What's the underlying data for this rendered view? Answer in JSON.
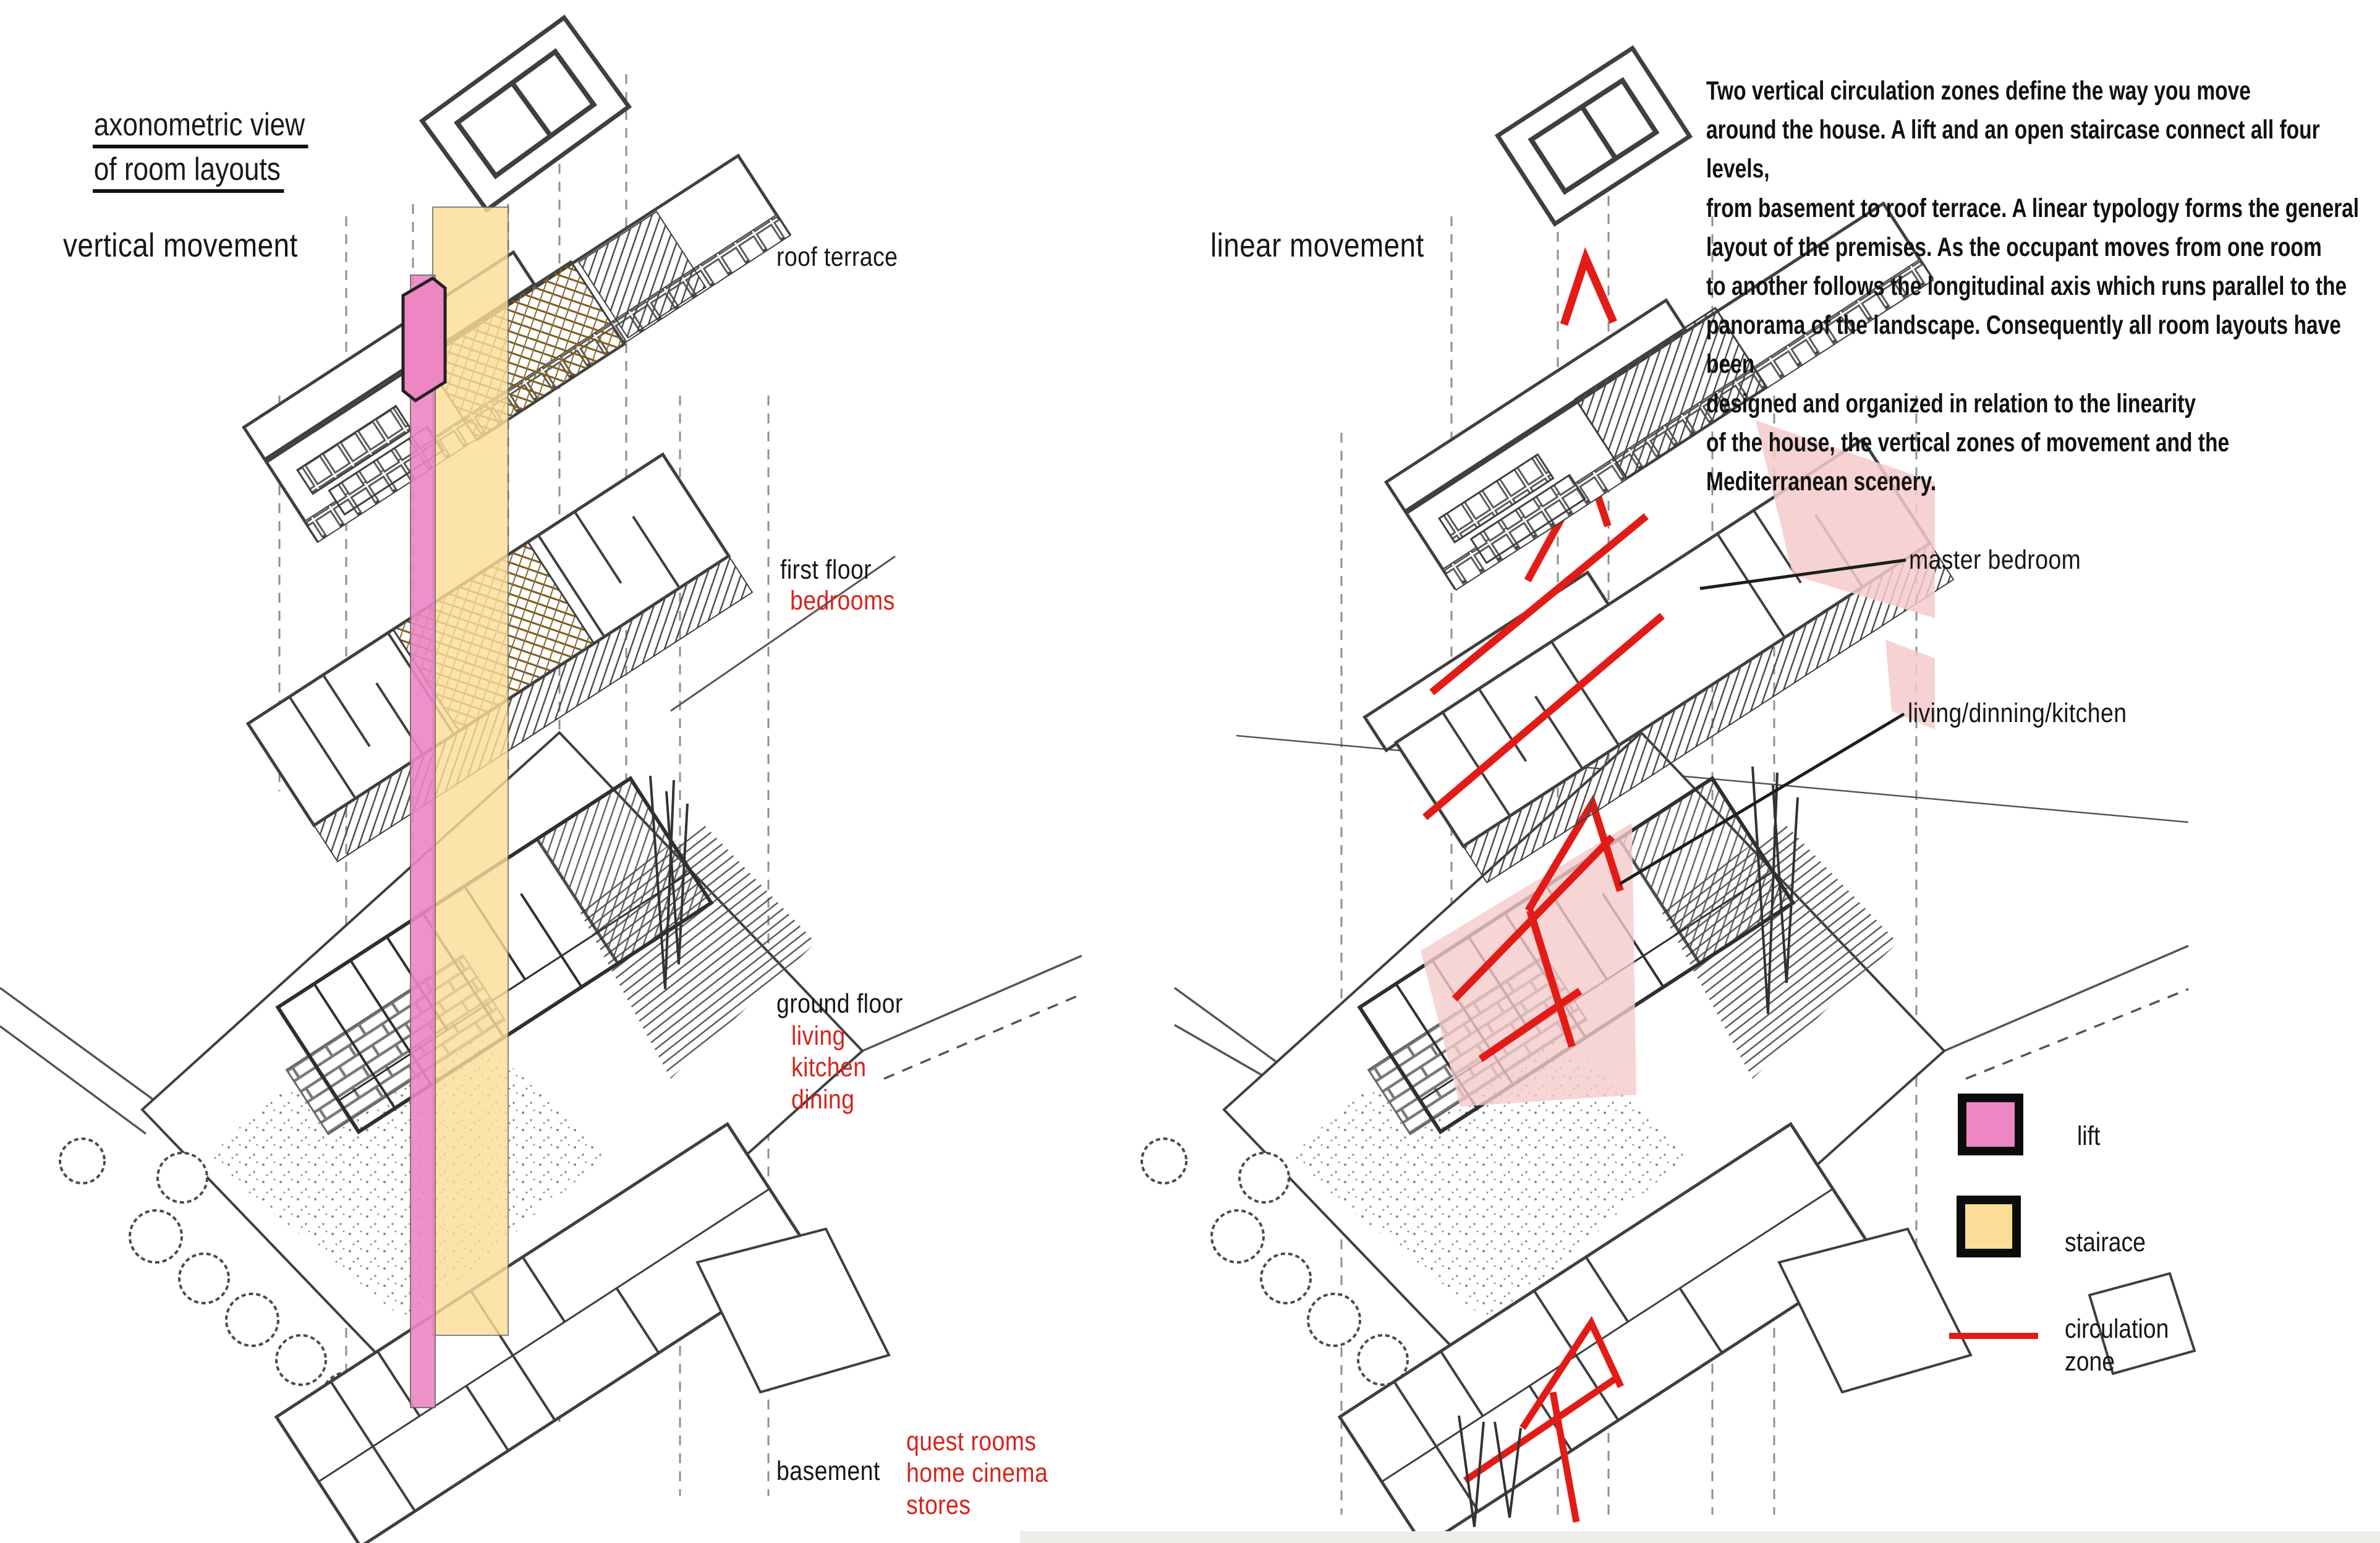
{
  "colors": {
    "lift_pink": "#ee86c3",
    "stair_yellow": "#fbdd98",
    "circulation_red": "#e31b17",
    "label_red": "#d7231d",
    "room_highlight": "#f5caca",
    "ink": "#2b2b2b",
    "footer_gray": "#ededea"
  },
  "left_diagram": {
    "title_line1": "axonometric view",
    "title_line2": "of room layouts",
    "subtitle": "vertical movement",
    "labels": {
      "roof": "roof terrace",
      "first_floor": "first floor",
      "first_floor_rooms": "bedrooms",
      "ground_floor": "ground floor",
      "ground_floor_rooms": "living\nkitchen\ndining",
      "basement": "basement",
      "basement_rooms": "quest rooms\nhome cinema\nstores"
    }
  },
  "right_diagram": {
    "subtitle": "linear movement",
    "description": "Two vertical circulation zones define the way you move\n around the house. A lift and an open staircase connect all four levels,\n from basement to roof terrace. A linear typology forms the general\n layout of the premises. As the occupant moves from one room\n to another follows the longitudinal axis which runs parallel to the\n panorama of the landscape. Consequently all room layouts have been\ndesigned and organized in relation to the linearity\nof the house, the vertical zones of movement and the\nMediterranean scenery.",
    "labels": {
      "master_bedroom": "master bedroom",
      "living_dining_kitchen": "living/dinning/kitchen"
    }
  },
  "legend": {
    "lift_label": "lift",
    "stair_label": "stairace",
    "circulation_label": "circulation\nzone"
  }
}
